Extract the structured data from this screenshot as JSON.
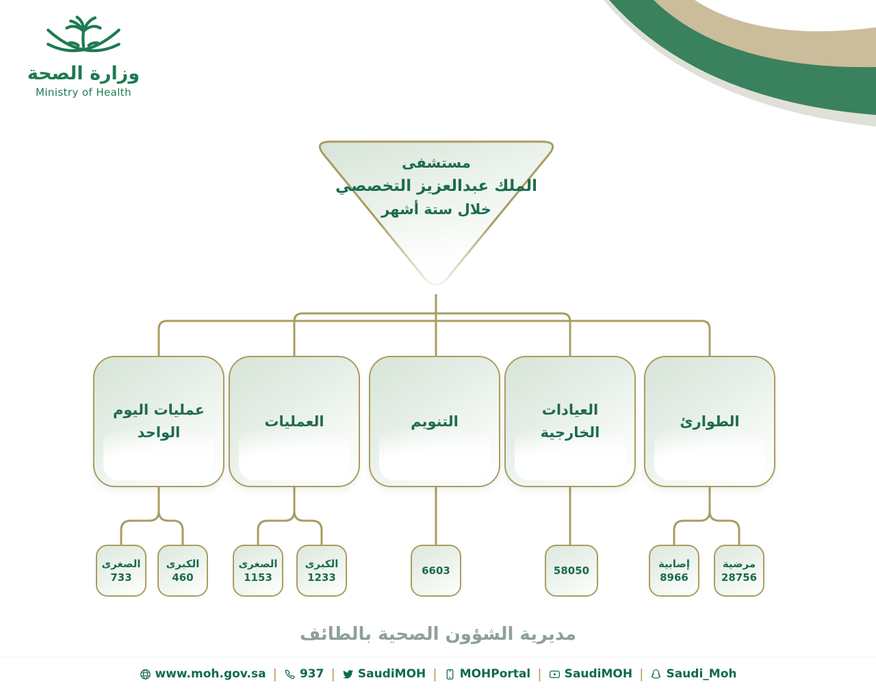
{
  "brand": {
    "logo_title_ar": "وزارة الصحة",
    "logo_subtitle_en": "Ministry of Health"
  },
  "root_node": {
    "line1": "مستشفى",
    "line2": "الملك عبدالعزيز التخصصي",
    "line3": "خلال ستة أشهر"
  },
  "categories": [
    {
      "label": "عمليات اليوم الواحد",
      "children": [
        {
          "label": "الصغرى",
          "value": "733"
        },
        {
          "label": "الكبرى",
          "value": "460"
        }
      ]
    },
    {
      "label": "العمليات",
      "children": [
        {
          "label": "الصغرى",
          "value": "1153"
        },
        {
          "label": "الكبرى",
          "value": "1233"
        }
      ]
    },
    {
      "label": "التنويم",
      "children": [
        {
          "value": "6603"
        }
      ]
    },
    {
      "label": "العيادات الخارجية",
      "children": [
        {
          "value": "58050"
        }
      ]
    },
    {
      "label": "الطوارئ",
      "children": [
        {
          "label": "إصابية",
          "value": "8966"
        },
        {
          "label": "مرضية",
          "value": "28756"
        }
      ]
    }
  ],
  "footer": {
    "source_title": "مديرية الشؤون الصحية بالطائف",
    "separator": "|",
    "links": [
      {
        "icon": "globe-icon",
        "label": "www.moh.gov.sa"
      },
      {
        "icon": "phone-icon",
        "label": "937"
      },
      {
        "icon": "twitter-icon",
        "label": "SaudiMOH"
      },
      {
        "icon": "mobile-app-icon",
        "label": "MOHPortal"
      },
      {
        "icon": "youtube-icon",
        "label": "SaudiMOH"
      },
      {
        "icon": "snapchat-icon",
        "label": "Saudi_Moh"
      }
    ]
  },
  "colors": {
    "olive_border": "#a89d60",
    "text_green": "#1d6b50",
    "footer_green": "#0d6b4c",
    "ribbon_green": "#3a815e",
    "ribbon_tan": "#cbbc9b",
    "box_fill_sage": "#d7e4d8",
    "source_gray": "#8fa097"
  }
}
